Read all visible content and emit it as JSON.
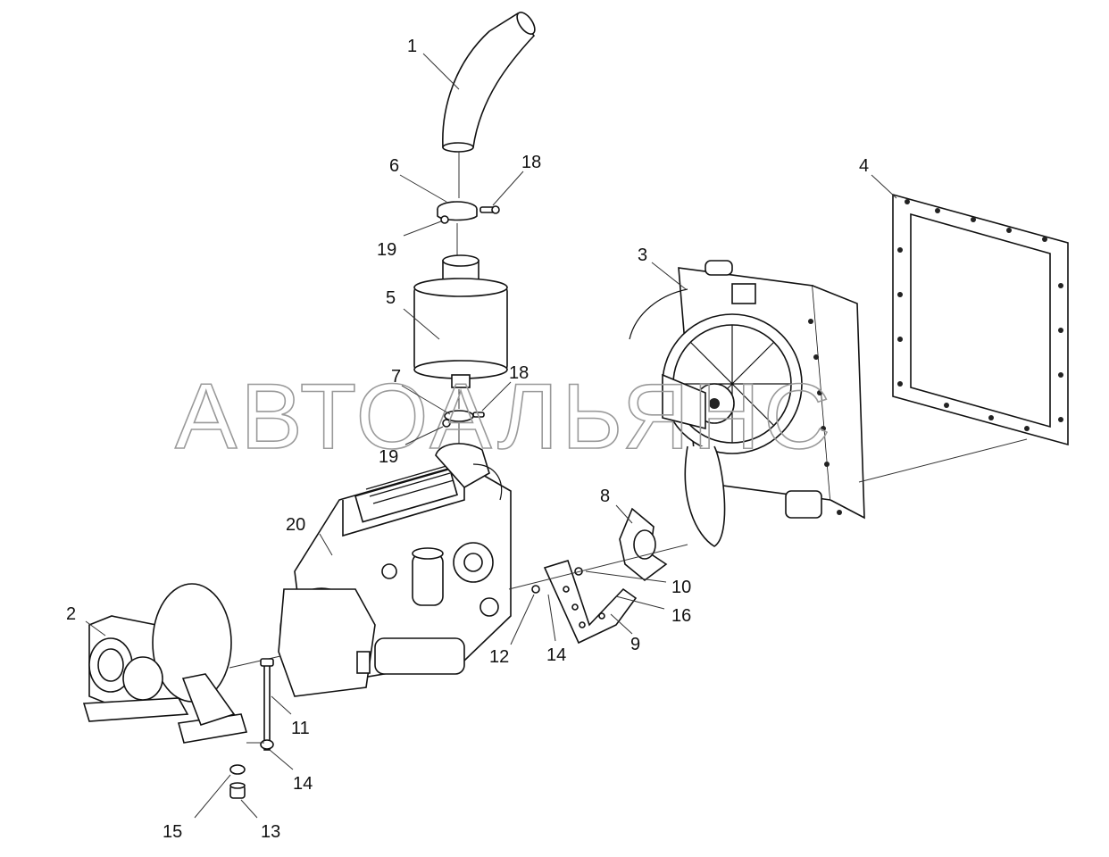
{
  "watermark": "АВТОАЛЬЯНС",
  "callouts": [
    {
      "id": "c1",
      "text": "1"
    },
    {
      "id": "c2",
      "text": "2"
    },
    {
      "id": "c3",
      "text": "3"
    },
    {
      "id": "c4",
      "text": "4"
    },
    {
      "id": "c5",
      "text": "5"
    },
    {
      "id": "c6",
      "text": "6"
    },
    {
      "id": "c7",
      "text": "7"
    },
    {
      "id": "c8",
      "text": "8"
    },
    {
      "id": "c9",
      "text": "9"
    },
    {
      "id": "c10",
      "text": "10"
    },
    {
      "id": "c11",
      "text": "11"
    },
    {
      "id": "c12",
      "text": "12"
    },
    {
      "id": "c13",
      "text": "13"
    },
    {
      "id": "c14a",
      "text": "14"
    },
    {
      "id": "c14b",
      "text": "14"
    },
    {
      "id": "c15",
      "text": "15"
    },
    {
      "id": "c16",
      "text": "16"
    },
    {
      "id": "c18a",
      "text": "18"
    },
    {
      "id": "c18b",
      "text": "18"
    },
    {
      "id": "c19a",
      "text": "19"
    },
    {
      "id": "c19b",
      "text": "19"
    },
    {
      "id": "c20",
      "text": "20"
    }
  ]
}
